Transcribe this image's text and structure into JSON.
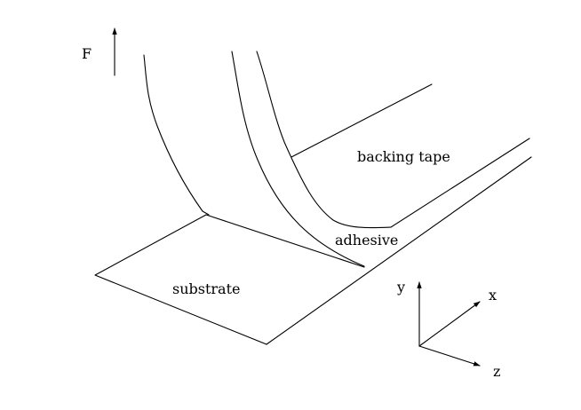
{
  "labels": {
    "force": "F",
    "backing_tape": "backing tape",
    "adhesive": "adhesive",
    "substrate": "substrate",
    "axis_x": "x",
    "axis_y": "y",
    "axis_z": "z"
  },
  "colors": {
    "ink": "#000000",
    "background": "#ffffff"
  }
}
